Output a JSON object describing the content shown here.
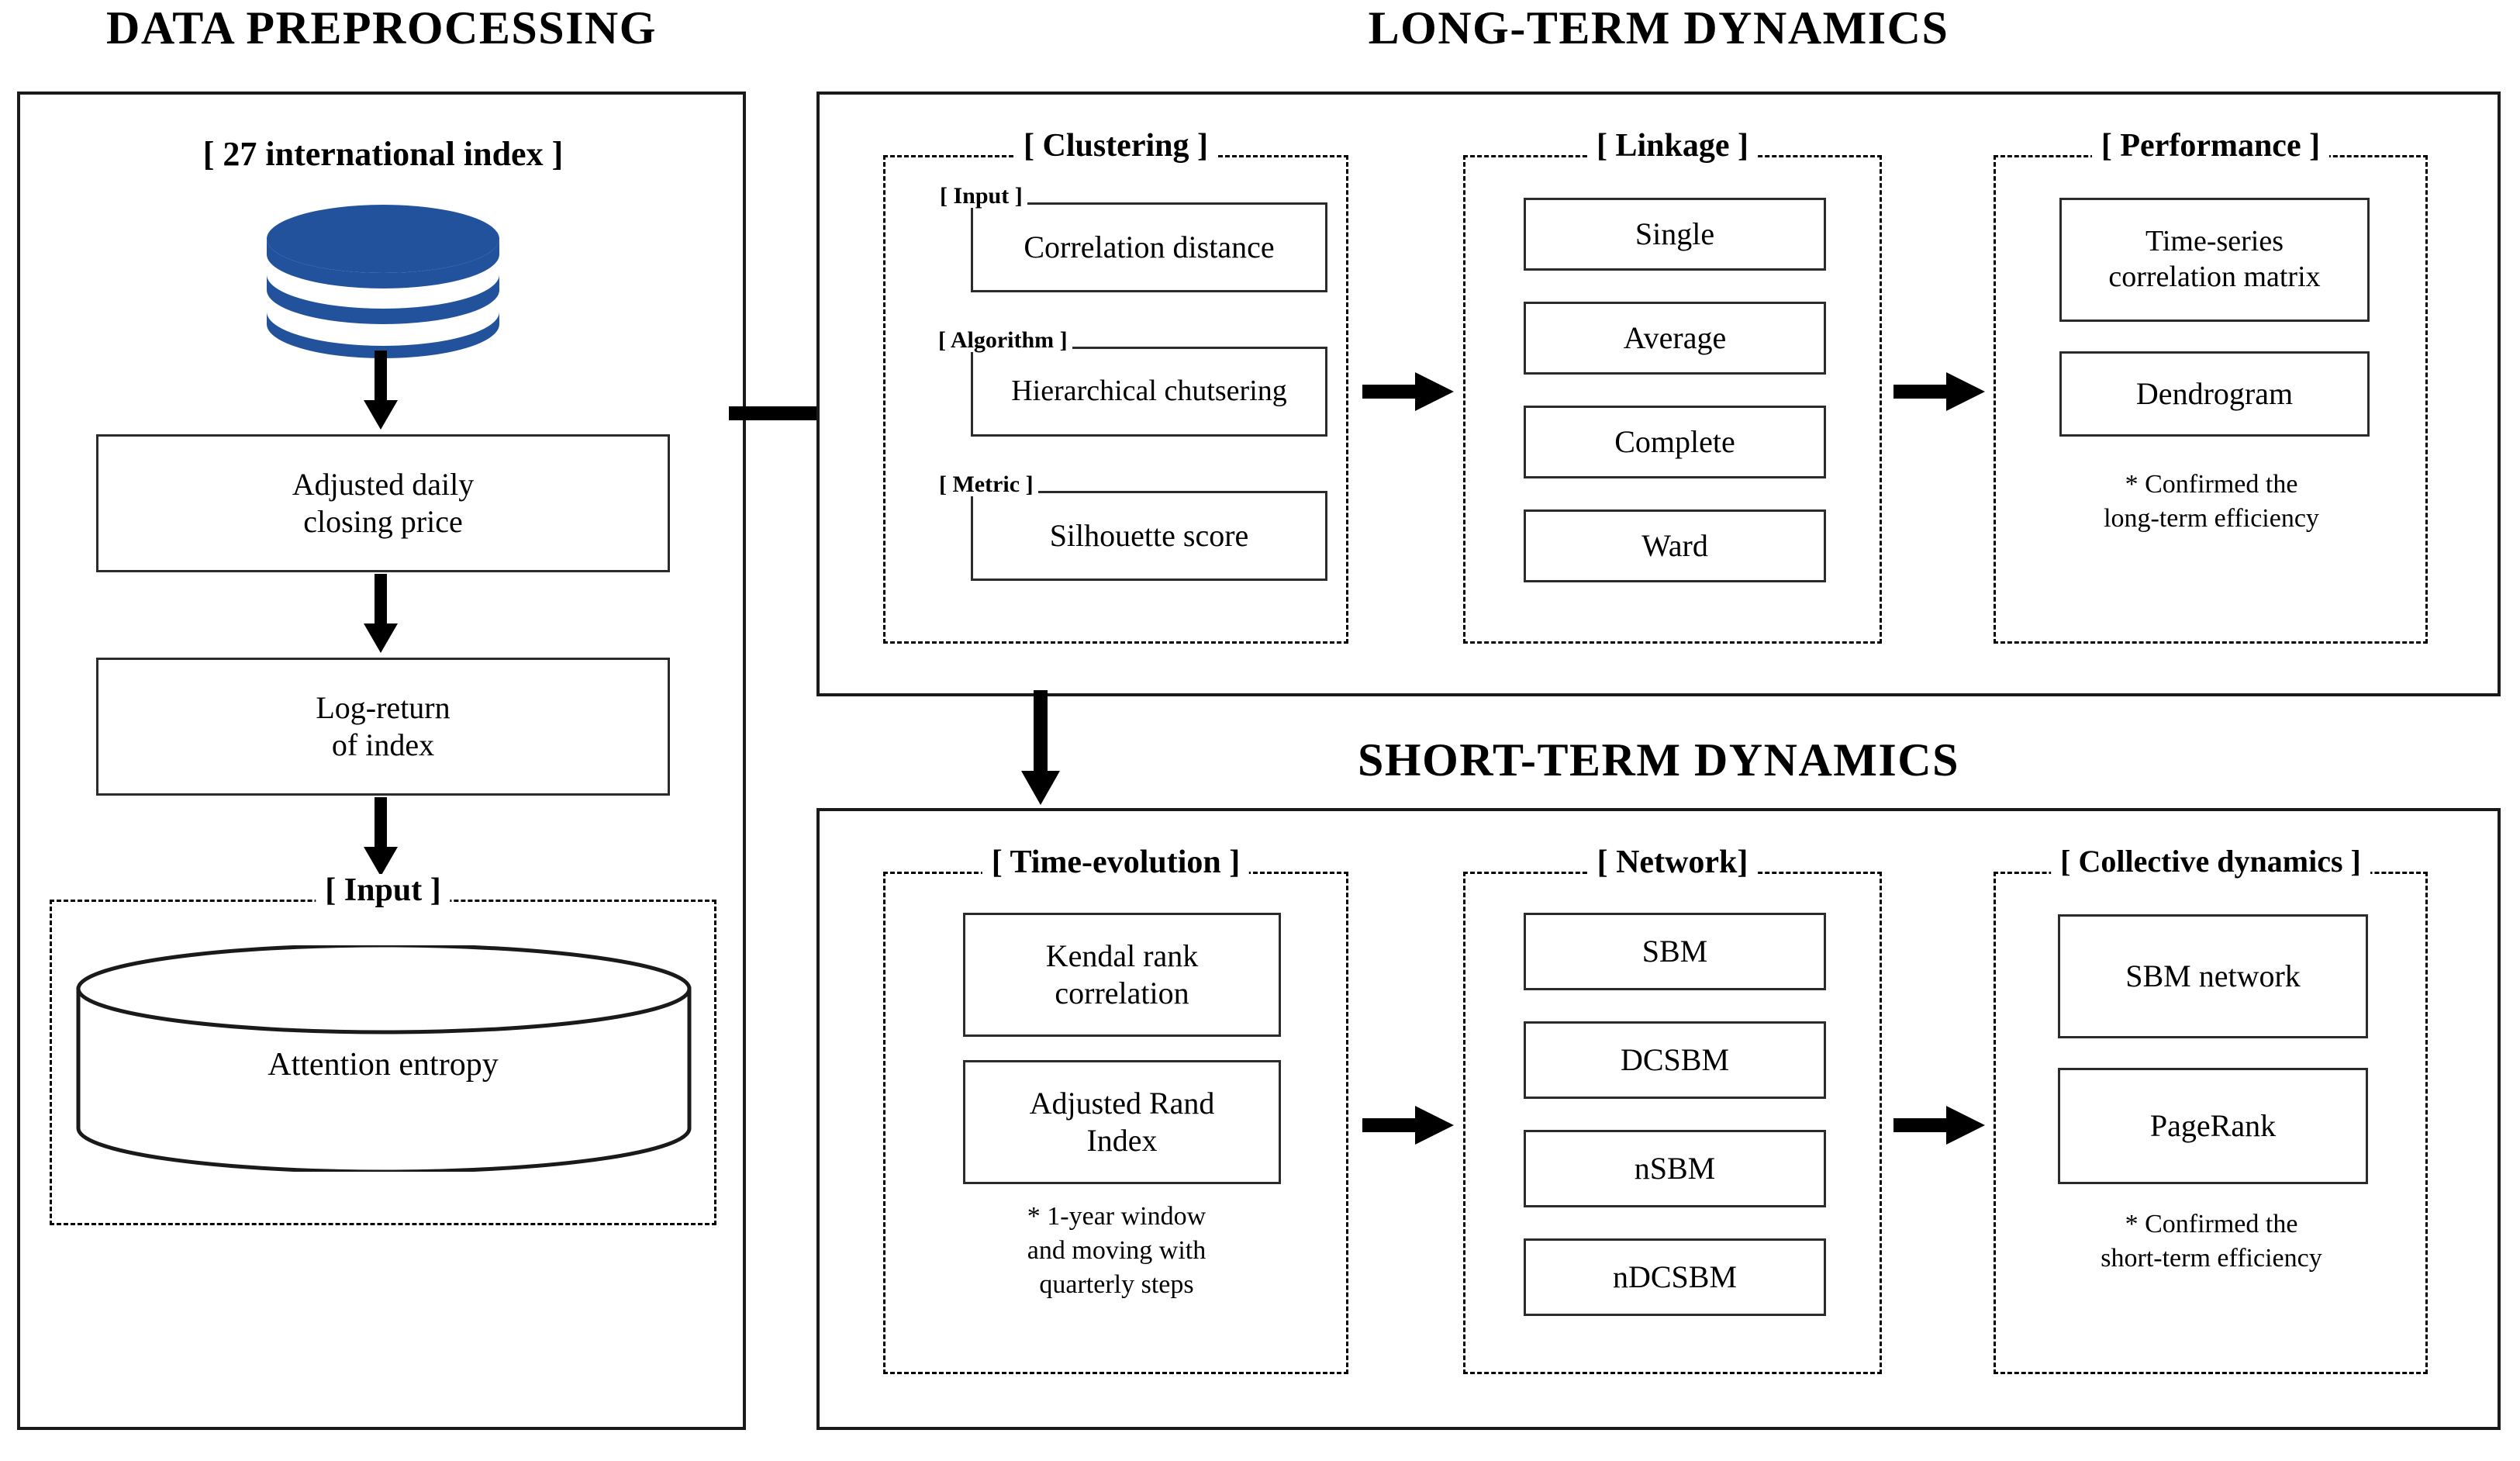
{
  "headings": {
    "left": "DATA PREPROCESSING",
    "long_term": "LONG-TERM DYNAMICS",
    "short_term": "SHORT-TERM DYNAMICS"
  },
  "preprocessing": {
    "source_title": "[ 27 international index ]",
    "database_icon": "database-cylinder-icon",
    "steps": [
      "Adjusted daily\nclosing price",
      "Log-return\nof index"
    ],
    "input_group": {
      "title": "[ Input ]",
      "cylinder_label": "Attention entropy",
      "cylinder_icon": "cylinder-icon"
    }
  },
  "long_term": {
    "clustering": {
      "title": "[ Clustering ]",
      "fields": [
        {
          "label": "[ Input ]",
          "value": "Correlation distance"
        },
        {
          "label": "[ Algorithm ]",
          "value": "Hierarchical  chutsering"
        },
        {
          "label": "[ Metric ]",
          "value": "Silhouette score"
        }
      ]
    },
    "linkage": {
      "title": "[ Linkage ]",
      "items": [
        "Single",
        "Average",
        "Complete",
        "Ward"
      ]
    },
    "performance": {
      "title": "[ Performance ]",
      "items": [
        "Time-series\ncorrelation matrix",
        "Dendrogram"
      ],
      "note": "* Confirmed the\nlong-term efficiency"
    }
  },
  "short_term": {
    "time_evolution": {
      "title": "[ Time-evolution ]",
      "items": [
        "Kendal rank\ncorrelation",
        "Adjusted Rand\nIndex"
      ],
      "note": "* 1-year window\nand moving  with\nquarterly steps"
    },
    "network": {
      "title": "[ Network]",
      "items": [
        "SBM",
        "DCSBM",
        "nSBM",
        "nDCSBM"
      ]
    },
    "collective": {
      "title": "[ Collective dynamics ]",
      "items": [
        "SBM network",
        "PageRank"
      ],
      "note": "* Confirmed the\nshort-term efficiency"
    }
  },
  "arrows": {
    "preprocessing_to_clustering": "arrow-right-icon",
    "clustering_to_linkage": "arrow-right-icon",
    "linkage_to_performance": "arrow-right-icon",
    "longterm_to_shortterm": "arrow-down-icon",
    "timeevolution_to_network": "arrow-right-icon",
    "network_to_collective": "arrow-right-icon",
    "db_to_price": "arrow-down-icon",
    "price_to_logreturn": "arrow-down-icon",
    "logreturn_to_input": "arrow-down-icon"
  },
  "colors": {
    "database_blue": "#23529c",
    "border_black": "#1a1a1a",
    "background": "#ffffff"
  }
}
